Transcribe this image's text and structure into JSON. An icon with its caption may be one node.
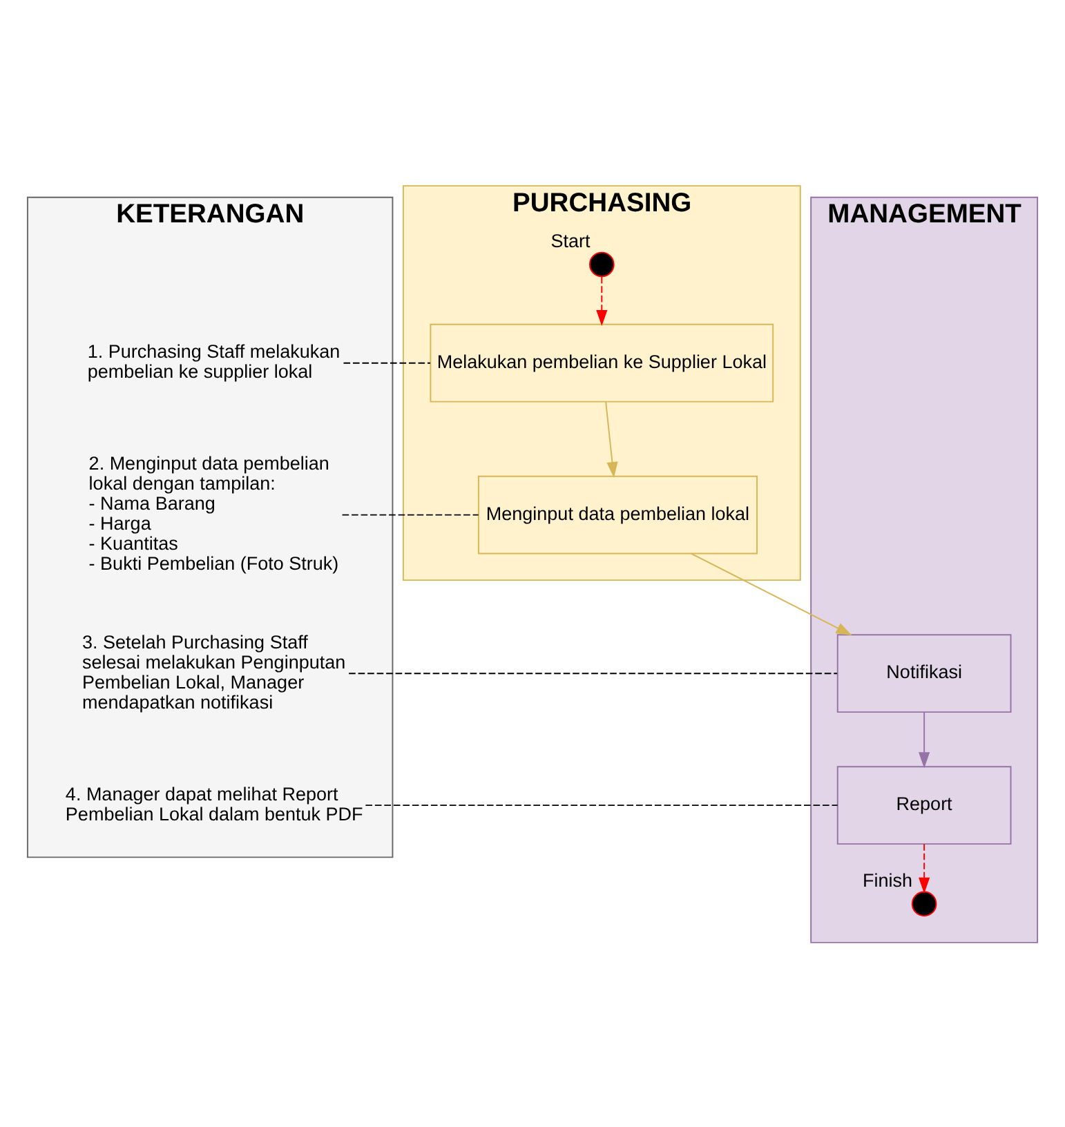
{
  "diagram": {
    "nodes": [
      {
        "text": [
          "KETERANGAN"
        ]
      },
      {
        "text": [
          "PURCHASING"
        ]
      },
      {
        "text": [
          "MANAGEMENT"
        ]
      },
      {
        "text": [
          "1. Purchasing Staff melakukan pembelian ke supplier lokal"
        ],
        "in": 0
      },
      {
        "text": [
          "2. Menginput data pembelian lokal dengan tampilan: - Nama Barang - Harga - Kuantitas - Bukti Pembelian (Foto Struk)"
        ],
        "in": 0
      },
      {
        "text": [
          "3. Setelah Purchasing Staff selesai melakukan Penginputan Pembelian Lokal, Manager mendapatkan notifikasi"
        ],
        "in": 0
      },
      {
        "text": [
          "4. Manager dapat melihat Report Pembelian Lokal dalam bentuk PDF"
        ],
        "in": 0
      },
      {
        "text": [],
        "shape": "circle",
        "beside": [
          "Start"
        ],
        "in": 1
      },
      {
        "text": [
          "Melakukan pembelian ke Supplier Lokal"
        ],
        "in": 1
      },
      {
        "text": [
          "Menginput data pembelian lokal"
        ],
        "in": 1
      },
      {
        "text": [
          "Notifikasi"
        ],
        "in": 2
      },
      {
        "text": [
          "Report"
        ],
        "in": 2
      },
      {
        "text": [],
        "shape": "circle",
        "beside": [
          "Finish"
        ],
        "in": 2
      }
    ],
    "edges": [
      {
        "from": 7,
        "to": 8,
        "arrow": "to",
        "style": "dashed",
        "color": "#ff0000"
      },
      {
        "from": 8,
        "to": 9,
        "arrow": "to",
        "color": "#d6b656"
      },
      {
        "from": 9,
        "to": 10,
        "arrow": "to",
        "color": "#d6b656"
      },
      {
        "from": 10,
        "to": 11,
        "arrow": "to",
        "color": "#9673a6"
      },
      {
        "from": 11,
        "to": 12,
        "arrow": "to",
        "style": "dashed",
        "color": "#ff0000"
      },
      {
        "from": 3,
        "to": 8,
        "arrow": "none",
        "style": "dashed"
      },
      {
        "from": 4,
        "to": 9,
        "arrow": "none",
        "style": "dashed"
      },
      {
        "from": 5,
        "to": 10,
        "arrow": "none",
        "style": "dashed"
      },
      {
        "from": 6,
        "to": 11,
        "arrow": "none",
        "style": "dashed"
      }
    ]
  }
}
